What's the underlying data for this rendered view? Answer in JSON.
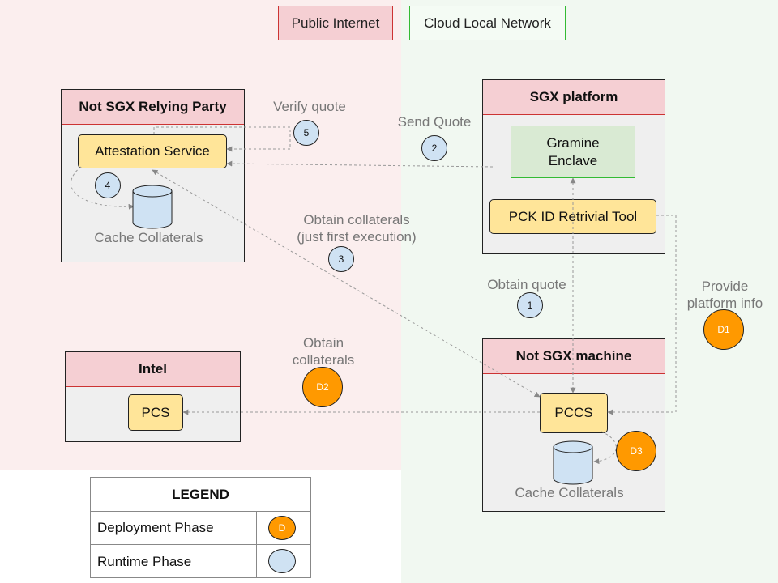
{
  "zones": {
    "public_label": "Public Internet",
    "cloud_label": "Cloud Local Network"
  },
  "relying_party": {
    "title": "Not SGX Relying Party",
    "attestation_service": "Attestation Service",
    "cache_label": "Cache Collaterals"
  },
  "sgx_platform": {
    "title": "SGX platform",
    "enclave": "Gramine\nEnclave",
    "pck_tool": "PCK ID Retrivial Tool"
  },
  "intel": {
    "title": "Intel",
    "pcs": "PCS"
  },
  "not_sgx_machine": {
    "title": "Not SGX machine",
    "pccs": "PCCS",
    "cache_label": "Cache Collaterals"
  },
  "steps": {
    "verify_quote": "Verify quote",
    "send_quote": "Send Quote",
    "obtain_collaterals_first": "Obtain collaterals\n(just first execution)",
    "obtain_quote": "Obtain quote",
    "provide_platform_info": "Provide\nplatform info",
    "obtain_collaterals": "Obtain\ncollaterals"
  },
  "badges": {
    "s1": "1",
    "s2": "2",
    "s3": "3",
    "s4": "4",
    "s5": "5",
    "d1": "D1",
    "d2": "D2",
    "d3": "D3"
  },
  "legend": {
    "title": "LEGEND",
    "deployment": "Deployment Phase",
    "deployment_marker": "D",
    "runtime": "Runtime Phase"
  },
  "colors": {
    "public_bg": "#fbeeee",
    "cloud_bg": "#f1f8f1",
    "header_pink": "#f5cfd3",
    "component_yellow": "#ffe599",
    "enclave_green": "#d9ead3",
    "runtime_blue": "#cfe2f3",
    "deployment_orange": "#ff9900"
  }
}
